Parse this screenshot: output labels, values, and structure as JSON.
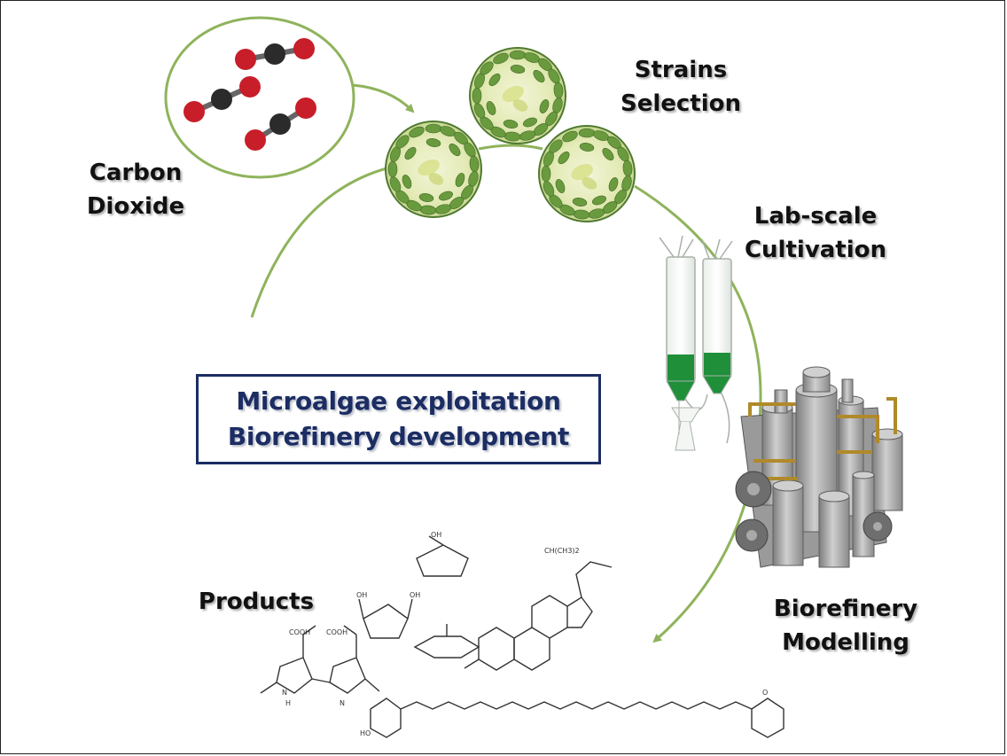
{
  "labels": {
    "carbon_dioxide": [
      "Carbon",
      "Dioxide"
    ],
    "strains_selection": [
      "Strains",
      "Selection"
    ],
    "lab_scale": [
      "Lab-scale",
      "Cultivation"
    ],
    "biorefinery_modelling": [
      "Biorefinery",
      "Modelling"
    ],
    "products": "Products"
  },
  "title": {
    "line1": "Microalgae exploitation",
    "line2": "Biorefinery development"
  },
  "colors": {
    "arrow": "#8fb35c",
    "title": "#1b2d63",
    "oxygen": "#c81e2a",
    "carbon": "#2b2b2b",
    "algae": "#5f8f3a",
    "medium": "#1f8f3a"
  },
  "icons": [
    "co2-molecule-icon",
    "algae-cell-icon",
    "photobioreactor-icon",
    "biorefinery-plant-icon",
    "chemical-structure-icon"
  ]
}
